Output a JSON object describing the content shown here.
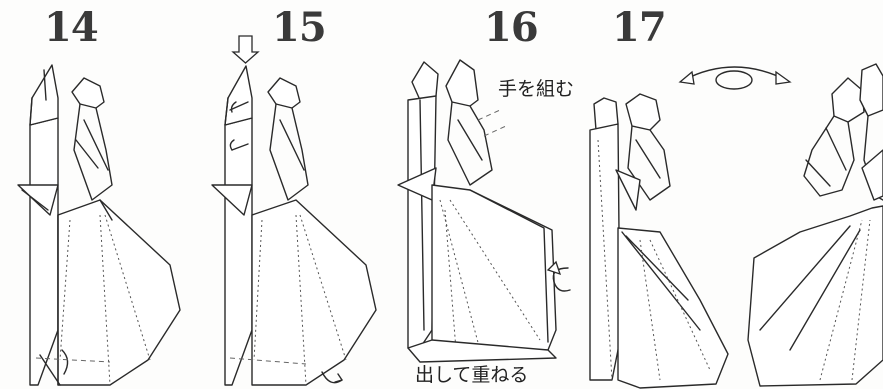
{
  "steps": [
    {
      "number": "14"
    },
    {
      "number": "15"
    },
    {
      "number": "16",
      "note": "手を組む"
    },
    {
      "number": "17"
    }
  ],
  "bottom_note": "出して重ねる",
  "colors": {
    "line": "#2a2a2a",
    "paper": "#fdfdfc",
    "number": "#3a3a3a"
  }
}
